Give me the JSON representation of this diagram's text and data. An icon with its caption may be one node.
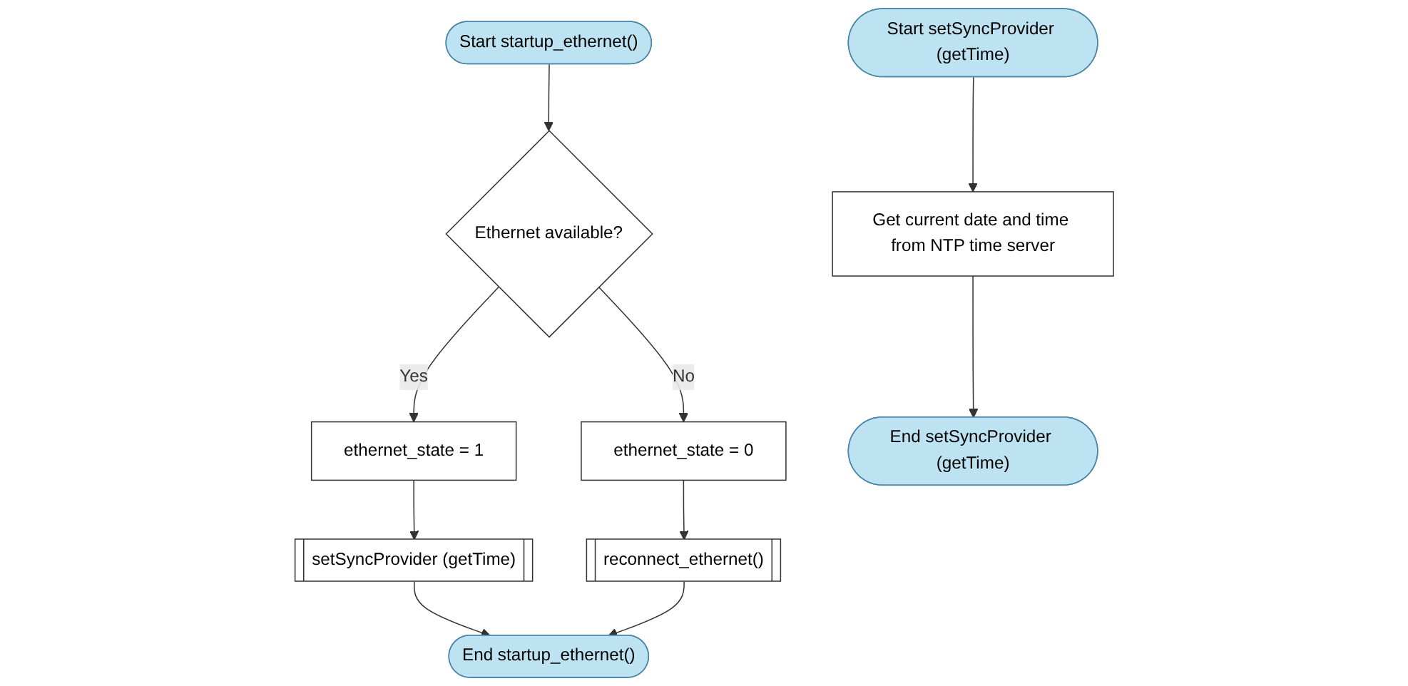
{
  "diagram": {
    "nodes": [
      {
        "text": [
          "Start startup_ethernet()"
        ]
      },
      {
        "text": [
          "Ethernet available?"
        ]
      },
      {
        "text": [
          "ethernet_state = 0"
        ]
      },
      {
        "text": [
          "ethernet_state = 1"
        ]
      },
      {
        "text": [
          "reconnect_ethernet()"
        ]
      },
      {
        "text": [
          "setSyncProvider (getTime)"
        ]
      },
      {
        "text": [
          "End startup_ethernet()"
        ]
      },
      {
        "text": [
          "Start setSyncProvider (getTime)"
        ]
      },
      {
        "text": [
          "Get current date and time from NTP time server"
        ]
      },
      {
        "text": [
          "End setSyncProvider (getTime)"
        ]
      }
    ],
    "edges": [
      {
        "from": 0,
        "to": 1,
        "arrow": "to"
      },
      {
        "from": 1,
        "to": 2,
        "arrow": "to",
        "label": "No"
      },
      {
        "from": 1,
        "to": 3,
        "arrow": "to",
        "label": "Yes"
      },
      {
        "from": 2,
        "to": 4,
        "arrow": "to"
      },
      {
        "from": 3,
        "to": 5,
        "arrow": "to"
      },
      {
        "from": 5,
        "to": 6,
        "arrow": "to"
      },
      {
        "from": 4,
        "to": 6,
        "arrow": "to"
      },
      {
        "from": 7,
        "to": 8,
        "arrow": "to"
      },
      {
        "from": 8,
        "to": 9,
        "arrow": "to"
      }
    ]
  }
}
